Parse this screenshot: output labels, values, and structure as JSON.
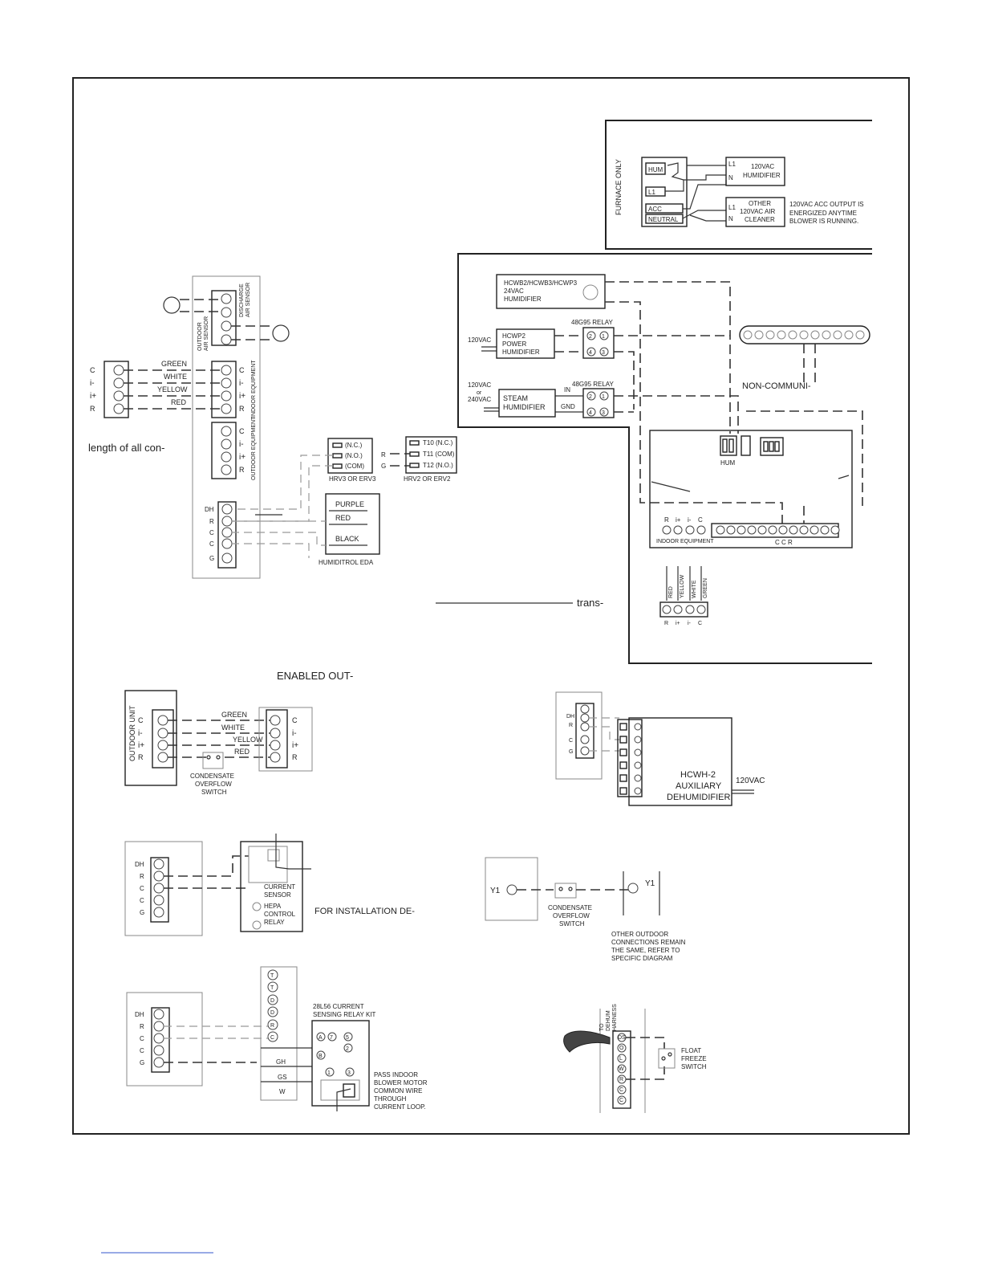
{
  "furnace_box": {
    "side_label": "FURNACE ONLY",
    "hum": "HUM",
    "l1": "L1",
    "acc": "ACC",
    "neutral": "NEUTRAL",
    "l1_a": "L1",
    "n_a": "N",
    "l1_b": "L1",
    "n_b": "N",
    "humidifier": [
      "120VAC",
      "HUMIDIFIER"
    ],
    "air_cleaner": [
      "OTHER",
      "120VAC AIR",
      "CLEANER"
    ],
    "note": [
      "120VAC ACC OUTPUT IS",
      "ENERGIZED ANYTIME",
      "BLOWER IS RUNNING."
    ]
  },
  "humidifier_box": {
    "hcwb": [
      "HCWB2/HCWB3/HCWP3",
      "24VAC",
      "HUMIDIFIER"
    ],
    "relay1_title": "48G95 RELAY",
    "supply1": "120VAC",
    "hcwp2": [
      "HCWP2",
      "POWER",
      "HUMIDIFIER"
    ],
    "relay2_title": "48G95 RELAY",
    "supply2": [
      "120VAC",
      "or",
      "240VAC"
    ],
    "steam": [
      "STEAM",
      "HUMIDIFIER"
    ],
    "in": "IN",
    "gnd": "GND",
    "relay_terms": [
      "2",
      "1",
      "4",
      "3"
    ],
    "non_comm": "NON-COMMUNI-",
    "hum_label": "HUM",
    "board_terms": [
      "R",
      "i+",
      "i-",
      "C"
    ],
    "board_caption": "INDOOR EQUIPMENT",
    "ccr": "C  C  R",
    "wires": [
      "RED",
      "YELLOW",
      "WHITE",
      "GREEN"
    ],
    "bottom_terms": [
      "R",
      "i+",
      "i-",
      "C"
    ],
    "trans_text": "trans-"
  },
  "sensor_strip": {
    "discharge": [
      "DISCHARGE",
      "AIR SENSOR"
    ],
    "outdoor_air": [
      "OUTDOOR",
      "AIR SENSOR"
    ],
    "indoor_label": "INDOOR EQUIPMENT",
    "outdoor_label": "OUTDOOR EQUIPMENT",
    "terms": [
      "C",
      "i-",
      "i+",
      "R"
    ],
    "left_terms": [
      "C",
      "i-",
      "i+",
      "R"
    ],
    "wires": [
      "GREEN",
      "WHITE",
      "YELLOW",
      "RED"
    ],
    "length_text": "length of all con-",
    "lower_terms": [
      "DH",
      "R",
      "C",
      "C",
      "G"
    ]
  },
  "hrv": {
    "hrv3": [
      "(N.C.)",
      "(N.O.)",
      "(COM)"
    ],
    "hrv3_label": "HRV3  OR  ERV3",
    "hrv2": [
      "T10 (N.C.)",
      "T11 (COM)",
      "T12 (N.O.)"
    ],
    "hrv2_label": "HRV2  OR  ERV2",
    "r": "R",
    "g": "G"
  },
  "humiditrol": {
    "wires": [
      "PURPLE",
      "RED",
      "BLACK"
    ],
    "label": "HUMIDITROL  EDA"
  },
  "outdoor_unit": {
    "enabled_text": "ENABLED OUT-",
    "side_label": "OUTDOOR UNIT",
    "terms": [
      "C",
      "i-",
      "i+",
      "R"
    ],
    "right_terms": [
      "C",
      "i-",
      "i+",
      "R"
    ],
    "wires": [
      "GREEN",
      "WHITE",
      "YELLOW",
      "RED"
    ],
    "switch": [
      "CONDENSATE",
      "OVERFLOW",
      "SWITCH"
    ]
  },
  "dehumidifier": {
    "terms": [
      "DH",
      "R",
      "C",
      "G"
    ],
    "label": [
      "HCWH-2",
      "AUXILIARY",
      "DEHUMIDIFIER"
    ],
    "supply": "120VAC"
  },
  "hepa": {
    "terms": [
      "DH",
      "R",
      "C",
      "C",
      "G"
    ],
    "sensor": [
      "CURRENT",
      "SENSOR"
    ],
    "relay": [
      "HEPA",
      "CONTROL",
      "RELAY"
    ],
    "install_text": "FOR INSTALLATION DE-"
  },
  "y1": {
    "left": "Y1",
    "right": "Y1",
    "switch": [
      "CONDENSATE",
      "OVERFLOW",
      "SWITCH"
    ],
    "note": [
      "OTHER OUTDOOR",
      "CONNECTIONS REMAIN",
      "THE SAME, REFER TO",
      "SPECIFIC DIAGRAM"
    ]
  },
  "relay_kit": {
    "left_terms": [
      "DH",
      "R",
      "C",
      "C",
      "G"
    ],
    "strip_terms": [
      "T",
      "T",
      "D",
      "D",
      "R",
      "C"
    ],
    "title": [
      "28L56 CURRENT",
      "SENSING RELAY KIT"
    ],
    "pins": [
      "A",
      "7",
      "5",
      "B",
      "2",
      "1",
      "3"
    ],
    "gh": "GH",
    "gs": "GS",
    "w": "W",
    "note": [
      "PASS INDOOR",
      "BLOWER MOTOR",
      "COMMON WIRE",
      "THROUGH",
      "CURRENT LOOP."
    ]
  },
  "float": {
    "harness": [
      "TO",
      "DEHUM",
      "HARNESS"
    ],
    "terms": [
      "DS",
      "O",
      "L",
      "W",
      "R",
      "C",
      "C"
    ],
    "label": [
      "FLOAT",
      "FREEZE",
      "SWITCH"
    ]
  }
}
